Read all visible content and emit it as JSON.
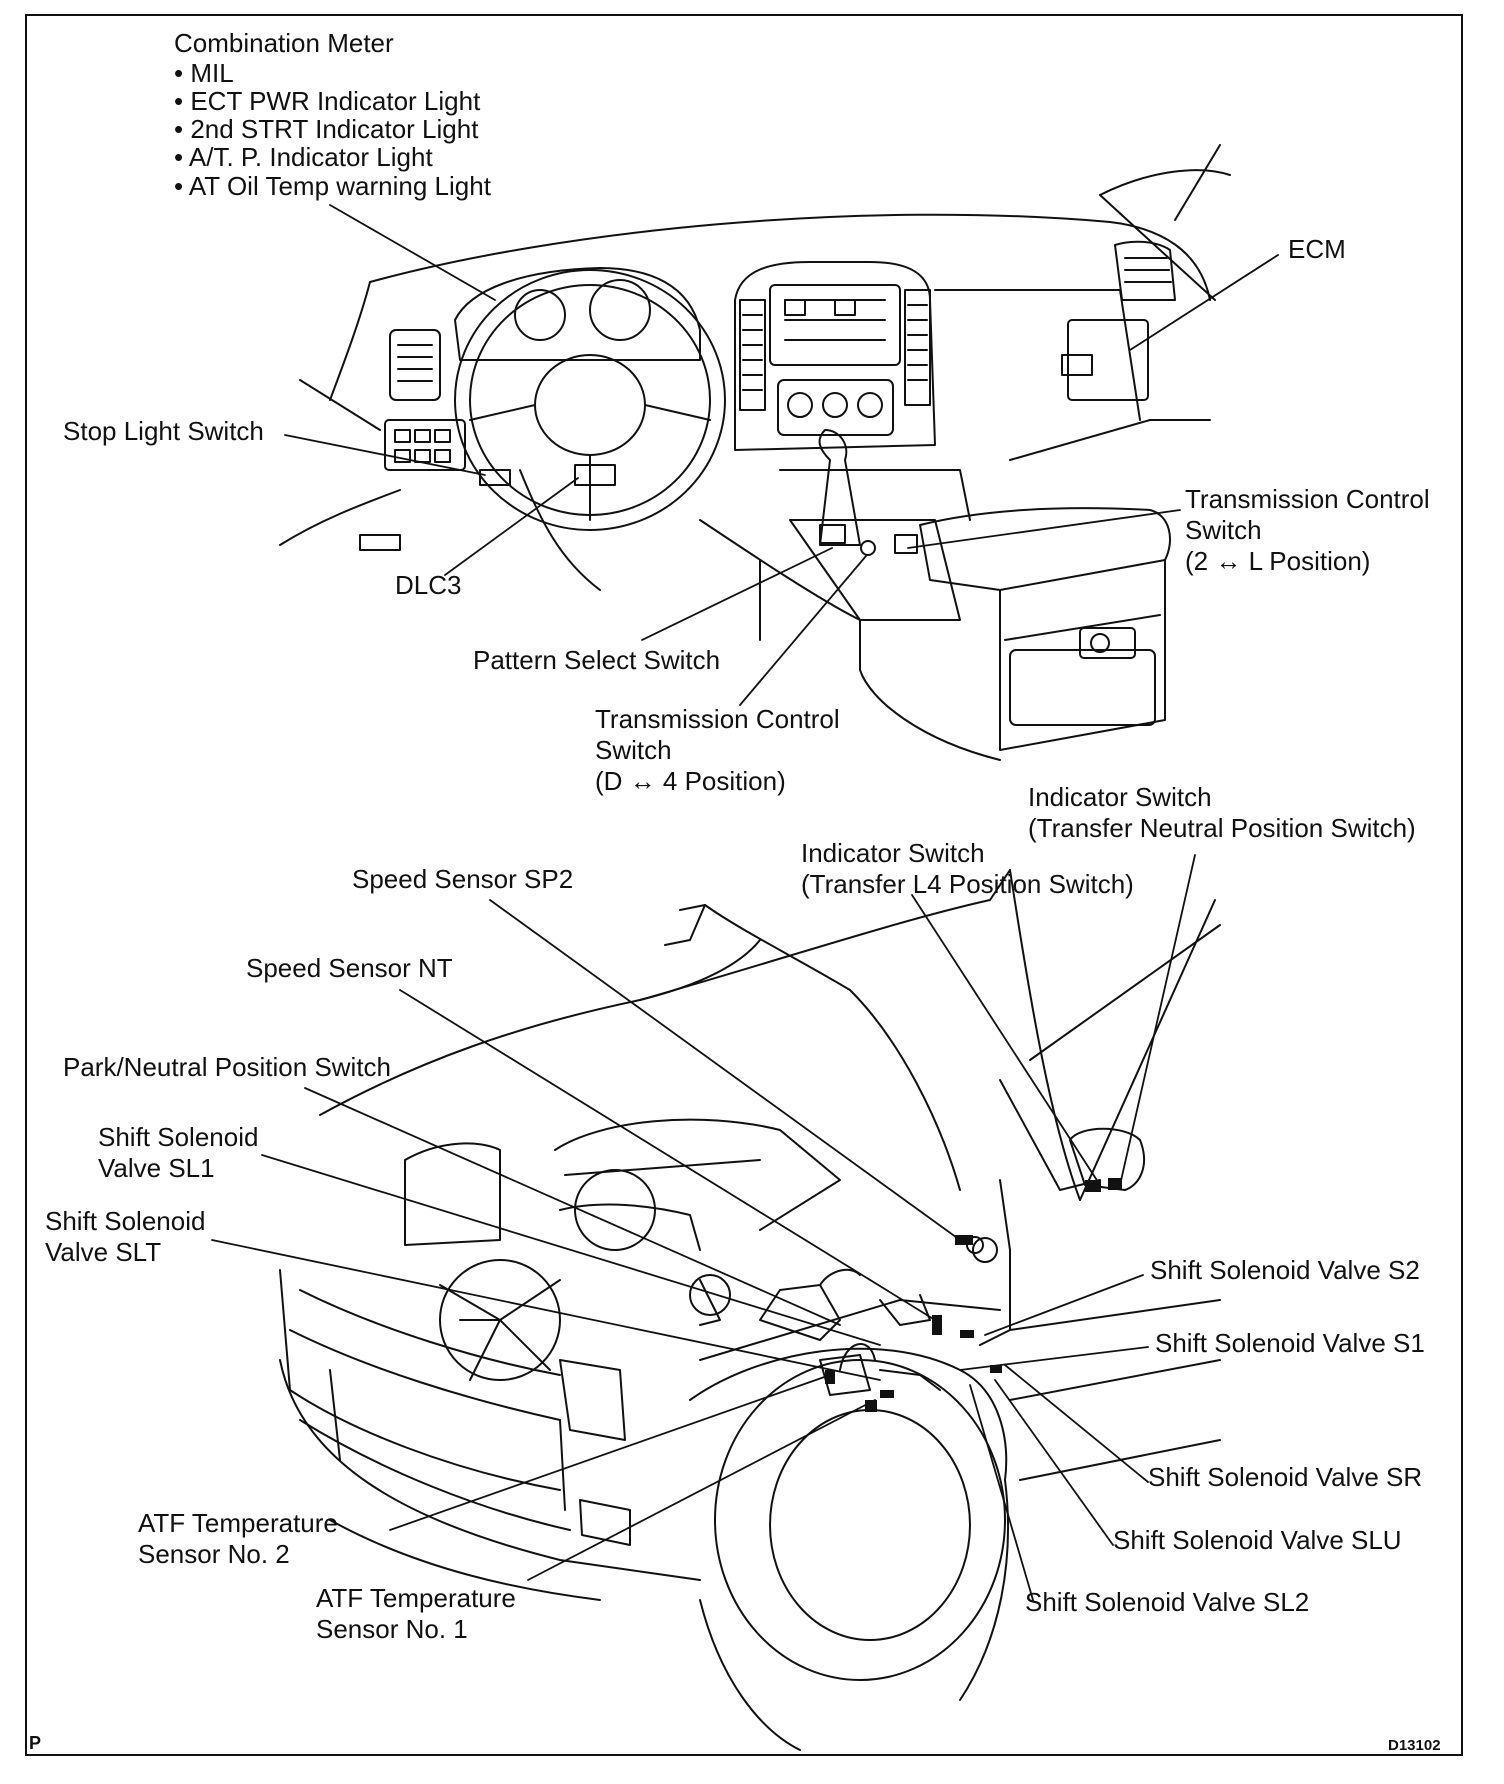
{
  "combination_meter": {
    "title": "Combination Meter",
    "items": [
      "• MIL",
      "• ECT PWR Indicator Light",
      "• 2nd STRT Indicator Light",
      "• A/T. P. Indicator Light",
      "• AT Oil Temp warning Light"
    ]
  },
  "labels": {
    "ecm": "ECM",
    "stop_light_switch": "Stop Light Switch",
    "dlc3": "DLC3",
    "tcs_2l": [
      "Transmission Control",
      "Switch",
      "(2 ↔ L Position)"
    ],
    "pattern_select_switch": "Pattern Select Switch",
    "tcs_d4": [
      "Transmission Control",
      "Switch",
      "(D ↔ 4 Position)"
    ],
    "indicator_neutral": [
      "Indicator Switch",
      "(Transfer Neutral Position Switch)"
    ],
    "indicator_l4": [
      "Indicator Switch",
      "(Transfer L4 Position Switch)"
    ],
    "speed_sensor_sp2": "Speed Sensor SP2",
    "speed_sensor_nt": "Speed Sensor NT",
    "park_neutral": "Park/Neutral Position Switch",
    "sl1": [
      "Shift Solenoid",
      "Valve SL1"
    ],
    "slt": [
      "Shift Solenoid",
      "Valve SLT"
    ],
    "s2": "Shift Solenoid Valve S2",
    "s1": "Shift Solenoid Valve S1",
    "sr": "Shift Solenoid Valve SR",
    "slu": "Shift Solenoid Valve SLU",
    "sl2": "Shift Solenoid Valve SL2",
    "atf2": [
      "ATF Temperature",
      "Sensor No. 2"
    ],
    "atf1": [
      "ATF Temperature",
      "Sensor No. 1"
    ]
  },
  "corner": {
    "left": "P",
    "right": "D13102"
  }
}
